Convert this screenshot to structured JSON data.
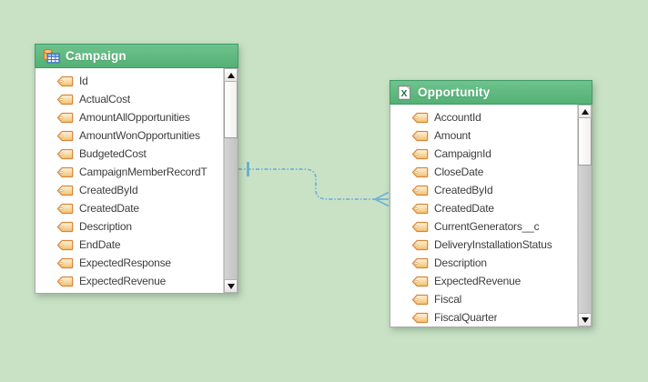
{
  "diagram": {
    "background_color": "#c9e2c5",
    "header_color": "#5bb77c",
    "relationship_line_color": "#6fb3d6",
    "tag_icon_color": "#d8873a"
  },
  "campaign": {
    "title": "Campaign",
    "icon": "database-table-icon",
    "fields": [
      "Id",
      "ActualCost",
      "AmountAllOpportunities",
      "AmountWonOpportunities",
      "BudgetedCost",
      "CampaignMemberRecordT",
      "CreatedById",
      "CreatedDate",
      "Description",
      "EndDate",
      "ExpectedResponse",
      "ExpectedRevenue"
    ]
  },
  "opportunity": {
    "title": "Opportunity",
    "icon": "excel-file-icon",
    "fields": [
      "AccountId",
      "Amount",
      "CampaignId",
      "CloseDate",
      "CreatedById",
      "CreatedDate",
      "CurrentGenerators__c",
      "DeliveryInstallationStatus",
      "Description",
      "ExpectedRevenue",
      "Fiscal",
      "FiscalQuarter"
    ]
  },
  "relationship": {
    "from": "Campaign",
    "to": "Opportunity",
    "from_cardinality": "one",
    "to_cardinality": "many",
    "style": "dashed"
  }
}
